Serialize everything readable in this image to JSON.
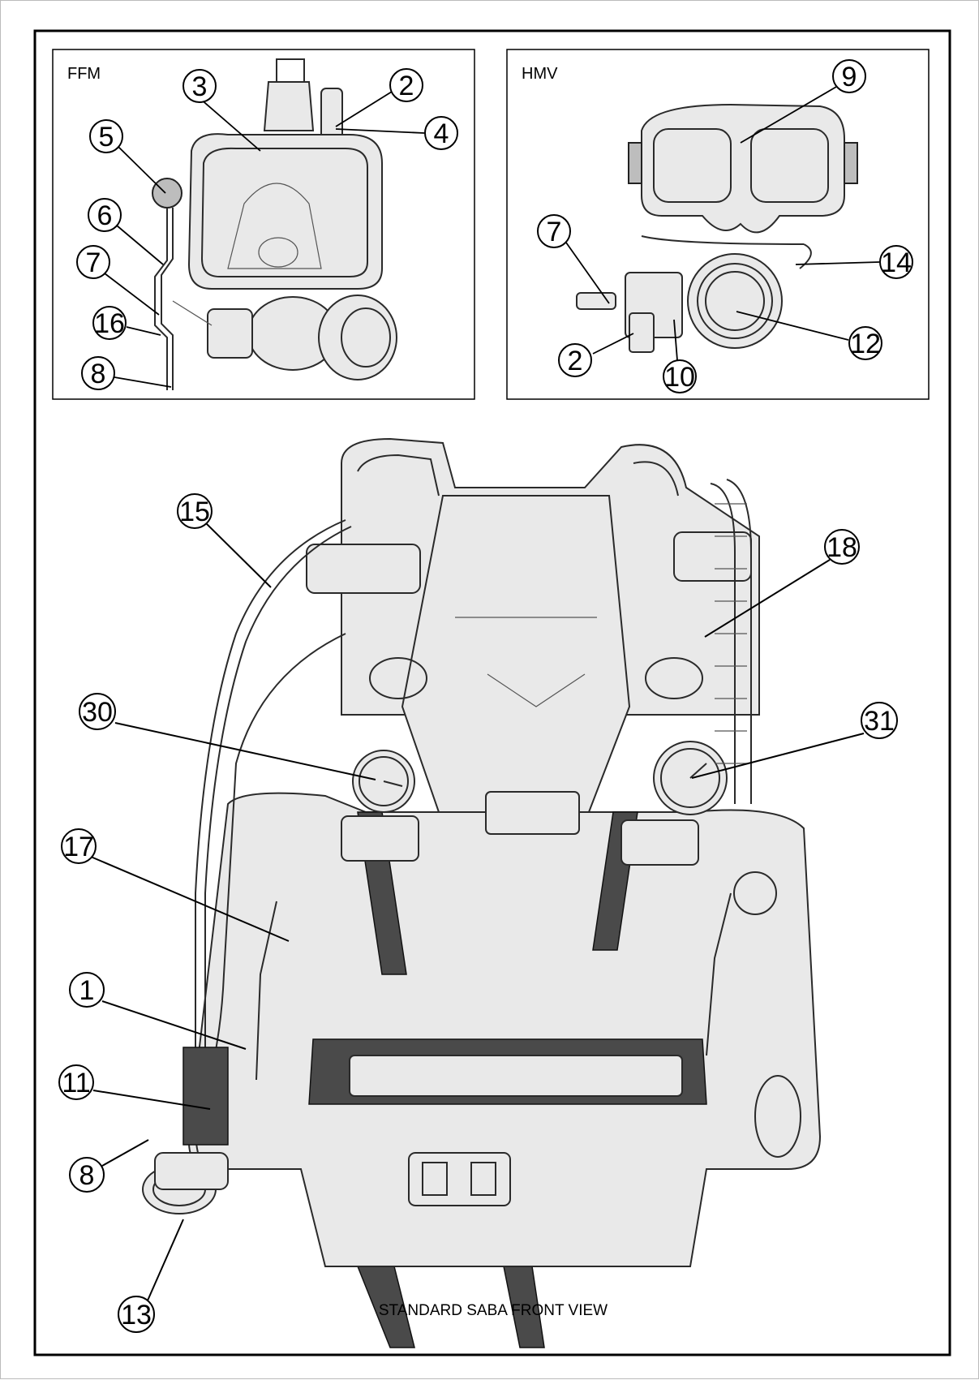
{
  "panels": {
    "ffm": {
      "label": "FFM"
    },
    "hmv": {
      "label": "HMV"
    }
  },
  "caption": "STANDARD SABA FRONT VIEW",
  "callouts": {
    "ffm": [
      {
        "id": "3",
        "text": "3"
      },
      {
        "id": "2",
        "text": "2"
      },
      {
        "id": "5",
        "text": "5"
      },
      {
        "id": "4",
        "text": "4"
      },
      {
        "id": "6",
        "text": "6"
      },
      {
        "id": "7",
        "text": "7"
      },
      {
        "id": "16",
        "text": "16"
      },
      {
        "id": "8",
        "text": "8"
      }
    ],
    "hmv": [
      {
        "id": "9",
        "text": "9"
      },
      {
        "id": "7",
        "text": "7"
      },
      {
        "id": "14",
        "text": "14"
      },
      {
        "id": "12",
        "text": "12"
      },
      {
        "id": "2",
        "text": "2"
      },
      {
        "id": "10",
        "text": "10"
      }
    ],
    "saba": [
      {
        "id": "15",
        "text": "15"
      },
      {
        "id": "18",
        "text": "18"
      },
      {
        "id": "30",
        "text": "30"
      },
      {
        "id": "31",
        "text": "31"
      },
      {
        "id": "17",
        "text": "17"
      },
      {
        "id": "1",
        "text": "1"
      },
      {
        "id": "11",
        "text": "11"
      },
      {
        "id": "8",
        "text": "8"
      },
      {
        "id": "13",
        "text": "13"
      }
    ]
  }
}
